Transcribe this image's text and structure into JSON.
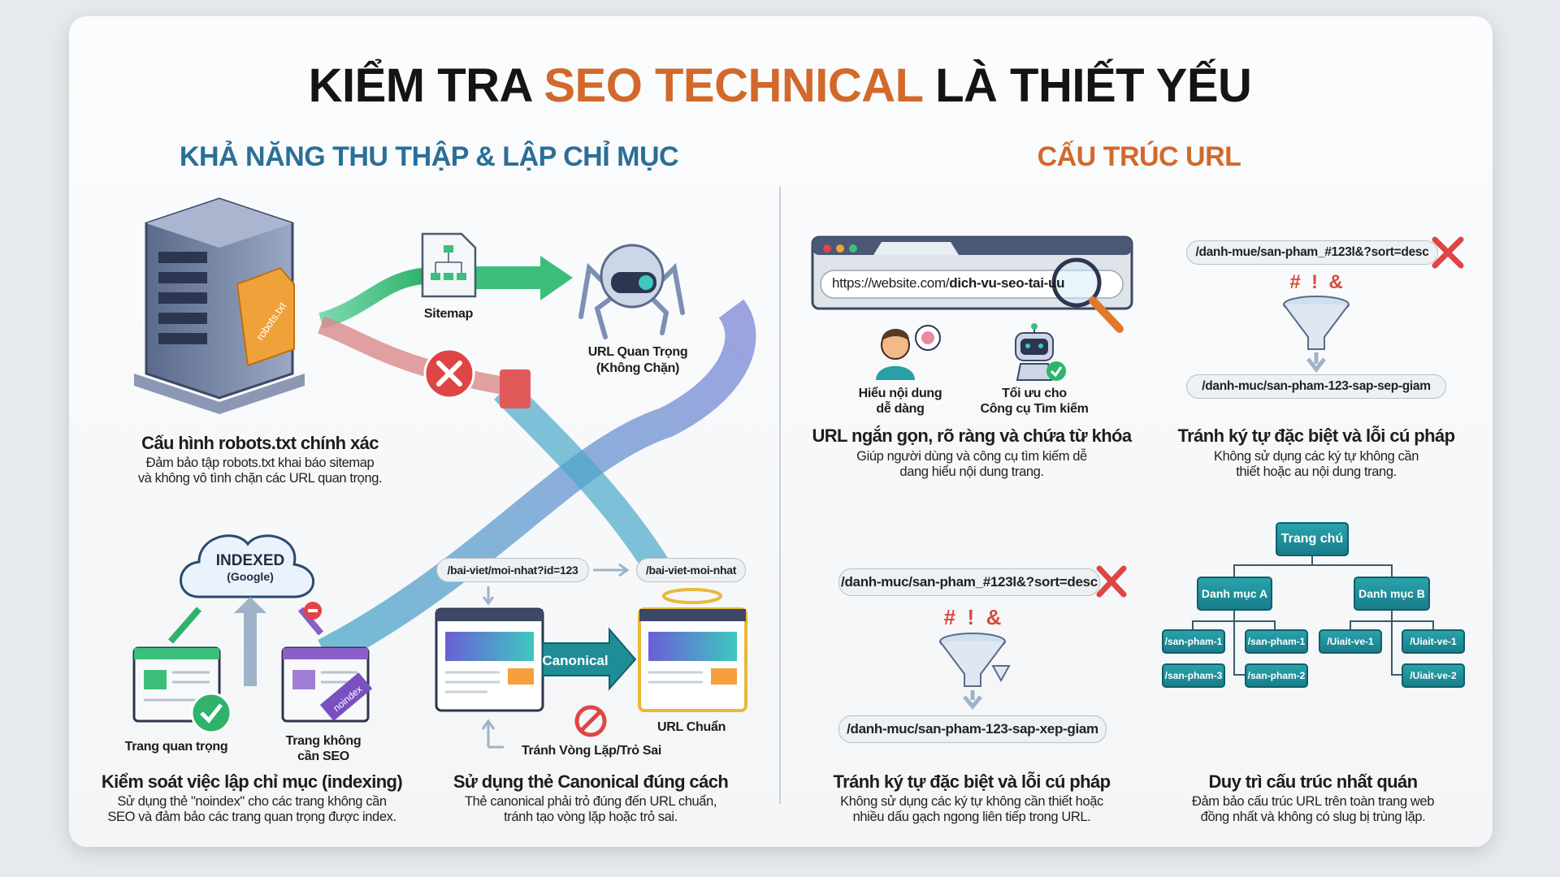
{
  "title": {
    "part1": "KIỂM TRA ",
    "accent": "SEO TECHNICAL",
    "part2": " LÀ THIẾT YẾU"
  },
  "colors": {
    "accent_orange": "#d2692c",
    "heading_blue": "#2a6f97",
    "teal": "#1e8d98",
    "error_red": "#e04545",
    "success_green": "#2fb36b"
  },
  "left": {
    "heading": "KHẢ NĂNG THU THẬP & LẬP CHỈ MỤC",
    "crawl": {
      "robots_file_label": "robots.txt",
      "sitemap_label": "Sitemap",
      "spider_label_1": "URL Quan Trọng",
      "spider_label_2": "(Không Chặn)",
      "caption_title": "Cấu hình robots.txt chính xác",
      "caption_desc_1": "Đảm bảo tập robots.txt khai báo sitemap",
      "caption_desc_2": "và không vô tình chặn các URL quan trọng."
    },
    "indexing": {
      "cloud_label_1": "INDEXED",
      "cloud_label_2": "(Google)",
      "noindex_tag": "noindex",
      "page_important": "Trang quan trọng",
      "page_not_needed_1": "Trang không",
      "page_not_needed_2": "cần SEO",
      "caption_title": "Kiểm soát việc lập chỉ mục (indexing)",
      "caption_desc_1": "Sử dụng thẻ \"noindex\" cho các trang không cần",
      "caption_desc_2": "SEO và đảm bảo các trang quan trọng được index."
    },
    "canonical": {
      "url_original": "/bai-viet/moi-nhat?id=123",
      "url_canonical": "/bai-viet-moi-nhat",
      "arrow_label": "Canonical",
      "canonical_label": "URL Chuẩn",
      "loop_label": "Tránh Vòng Lặp/Trỏ Sai",
      "caption_title": "Sử dụng thẻ Canonical đúng cách",
      "caption_desc_1": "Thẻ canonical phải trỏ đúng đến URL chuẩn,",
      "caption_desc_2": "tránh tạo vòng lặp hoặc trỏ sai."
    }
  },
  "right": {
    "heading": "CẤU TRÚC URL",
    "short_url": {
      "url_prefix": "https://website.com/",
      "url_slug": "dich-vu-seo-tai-uu",
      "person_label_1": "Hiểu nội dung",
      "person_label_2": "dễ dàng",
      "robot_label_1": "Tối ưu cho",
      "robot_label_2": "Công cụ Tìm kiếm",
      "caption_title": "URL ngắn gọn, rõ ràng và chứa từ khóa",
      "caption_desc_1": "Giúp người dùng và công cụ tìm kiếm dễ",
      "caption_desc_2": "dang hiểu nội dung trang."
    },
    "special_chars_1": {
      "bad_url": "/danh-mue/san-pham_#123l&?sort=desc",
      "symbols": "#  !  &",
      "good_url": "/danh-muc/san-pham-123-sap-sep-giam",
      "caption_title": "Tránh ký tự đặc biệt và lỗi cú pháp",
      "caption_desc_1": "Không sử dụng các ký tự không cần",
      "caption_desc_2": "thiết hoặc au nội dung trang."
    },
    "special_chars_2": {
      "bad_url": "/danh-muc/san-pham_#123l&?sort=desc",
      "symbols": "#  !  &",
      "good_url": "/danh-muc/san-pham-123-sap-xep-giam",
      "caption_title": "Tránh ký tự đặc biệt và lỗi cú pháp",
      "caption_desc_1": "Không sử dụng các ký tự không cần thiết hoặc",
      "caption_desc_2": "nhiều dấu gạch ngong liên tiếp trong URL."
    },
    "structure": {
      "root": "Trang chú",
      "cat_a": "Danh mục A",
      "cat_b": "Danh mục B",
      "a_leaves": [
        "/san-pham-1",
        "/san-pham-1",
        "/san-pham-3",
        "/san-pham-2"
      ],
      "b_leaves": [
        "/Uiait-ve-1",
        "/Uiait-ve-1",
        "/Uiait-ve-2"
      ],
      "caption_title": "Duy trì cấu trúc nhất quán",
      "caption_desc_1": "Đảm bảo cấu trúc URL trên toàn trang web",
      "caption_desc_2": "đồng nhất và không có slug bị trùng lặp."
    }
  }
}
